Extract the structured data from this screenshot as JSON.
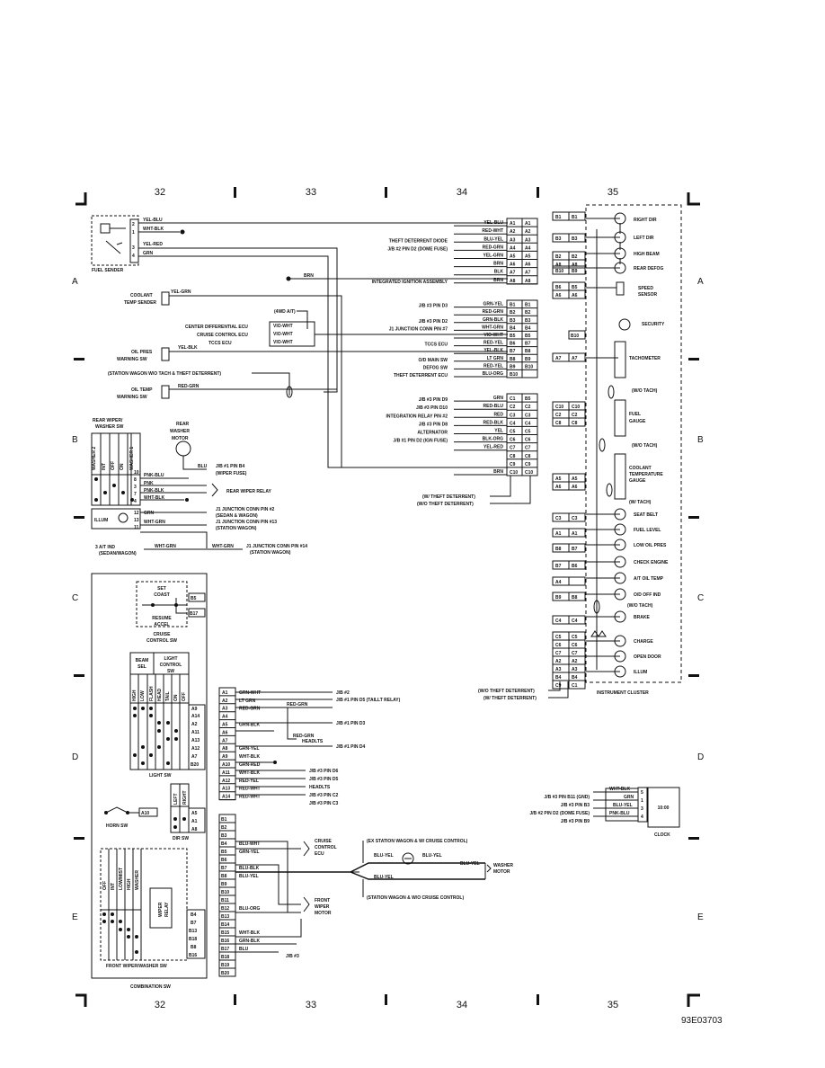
{
  "grid": {
    "columns": [
      "32",
      "33",
      "34",
      "35"
    ],
    "rows": [
      "A",
      "B",
      "C",
      "D",
      "E"
    ]
  },
  "figure_code": "93E03703",
  "fuel_sender": {
    "label": "FUEL SENDER",
    "wires": [
      "YEL-BLU",
      "WHT-BLK",
      "YEL-RED",
      "GRN"
    ],
    "pins": [
      "2",
      "1",
      "3",
      "4"
    ]
  },
  "left_components": {
    "coolant_temp": [
      "COOLANT",
      "TEMP SENDER"
    ],
    "coolant_wire": "YEL-GRN",
    "wd4": "(4WD A/T)",
    "center_diff": "CENTER DIFFERENTIAL ECU",
    "cruise_ecu": "CRUISE CONTROL ECU",
    "tccs_ecu": "TCCS ECU",
    "vio_wires": [
      "VIO-WHT",
      "VIO-WHT",
      "VIO-WHT"
    ],
    "oil_pres": [
      "OIL PRES",
      "WARNING SW"
    ],
    "oil_pres_wire": "YEL-BLK",
    "station_wagon_note": "(STATION WAGON W/O TACH & THEFT DETERRENT)",
    "oil_temp": [
      "OIL TEMP",
      "WARNING SW"
    ],
    "oil_temp_wire": "RED-GRN",
    "brn": "BRN"
  },
  "rear_wiper": {
    "title": [
      "REAR WIPER/",
      "WASHER SW"
    ],
    "motor": [
      "REAR",
      "WASHER",
      "MOTOR"
    ],
    "cols": [
      "WASHER 2",
      "INT",
      "OFF",
      "ON",
      "WASHER 1"
    ],
    "pins": [
      "8",
      "3",
      "7",
      "4",
      "10"
    ],
    "blu": "BLU",
    "fuse_ref": [
      "J/B #1 PIN B4",
      "(WIPER FUSE)"
    ],
    "wires": [
      "PNK-BLU",
      "PNK",
      "PNK-BLK",
      "WHT-BLK"
    ],
    "relay": "REAR WIPER RELAY",
    "illum": "ILLUM",
    "illum_pins": [
      "12",
      "13",
      "11"
    ],
    "illum_wires": [
      "GRN",
      "WHT-GRN"
    ],
    "jcp2": [
      "J1 JUNCTION CONN PIN #2",
      "(SEDAN & WAGON)"
    ],
    "jcp13": [
      "J1 JUNCTION CONN PIN #13",
      "(STATION WAGON)"
    ],
    "at_ind": [
      "3 A/T IND",
      "(SEDAN/WAGON)"
    ],
    "wht_grn": "WHT-GRN",
    "jcp14": [
      "J1 JUNCTION CONN PIN #14",
      "(STATION WAGON)"
    ]
  },
  "cruise_sw": {
    "set": [
      "SET",
      "COAST"
    ],
    "resume": [
      "RESUME",
      "ACCEL"
    ],
    "pins": [
      "B5",
      "B17"
    ],
    "label": [
      "CRUISE",
      "CONTROL SW"
    ]
  },
  "light_sw": {
    "beam": [
      "BEAM",
      "SEL"
    ],
    "control": [
      "LIGHT",
      "CONTROL",
      "SW"
    ],
    "cols": [
      "HIGH",
      "LOW",
      "FLASH",
      "HEAD",
      "TAIL",
      "ON",
      "OFF"
    ],
    "pins": [
      "A9",
      "A14",
      "A2",
      "A11",
      "A13",
      "A12",
      "A7",
      "B20"
    ],
    "label": "LIGHT SW",
    "a_pins": [
      "A1",
      "A2",
      "A3",
      "A4",
      "A5",
      "A6",
      "A7",
      "A8",
      "A9",
      "A10",
      "A11",
      "A12",
      "A13",
      "A14"
    ],
    "a_wires": [
      "GRN-WHT",
      "LT GRN",
      "RED-GRN",
      "",
      "GRN-BLK",
      "",
      "",
      "GRN-YEL",
      "WHT-BLK",
      "GRN-RED",
      "WHT-BLK",
      "RED-YEL",
      "RED-WHT",
      "RED-WHT"
    ],
    "red_grn2": "RED-GRN",
    "red_grn3": "RED-GRN",
    "refs": {
      "jb2": "J/B #2",
      "jb1d5": "J/B #1 PIN D5 (TAILLT RELAY)",
      "jb1d3": "J/B #1 PIN D3",
      "headlts": "HEADLTS",
      "jb1d4": "J/B #1 PIN D4",
      "jb3d6": "J/B #3 PIN D6",
      "jb3d5": "J/B #3 PIN D5",
      "headlts2": "HEADLTS",
      "jb3c2": "J/B #3 PIN C2",
      "jb3c3": "J/B #3 PIN C3"
    }
  },
  "horn_sw": {
    "label": "HORN SW",
    "pin": "A10"
  },
  "dir_sw": {
    "cols": [
      "LEFT",
      "RIGHT"
    ],
    "pins": [
      "A5",
      "A1",
      "A8"
    ],
    "label": "DIR SW"
  },
  "front_wiper": {
    "cols": [
      "OFF",
      "INT",
      "LOW/MIST",
      "HIGH",
      "WASHER"
    ],
    "relay": [
      "WIPER",
      "RELAY"
    ],
    "pins": [
      "B4",
      "B7",
      "B13",
      "B18",
      "B8",
      "B16"
    ],
    "label": "FRONT WIPER/WASHER SW"
  },
  "combination_sw": {
    "label": "COMBINATION SW",
    "b_pins": [
      "B1",
      "B2",
      "B3",
      "B4",
      "B5",
      "B6",
      "B7",
      "B8",
      "B9",
      "B10",
      "B11",
      "B12",
      "B13",
      "B14",
      "B15",
      "B16",
      "B17",
      "B18",
      "B19",
      "B20"
    ],
    "b_wires": [
      "",
      "",
      "",
      "BLU-WHT",
      "GRN-YEL",
      "",
      "BLU-BLK",
      "BLU-YEL",
      "",
      "",
      "",
      "BLU-ORG",
      "",
      "",
      "WHT-BLK",
      "GRN-BLK",
      "BLU",
      "",
      "",
      ""
    ],
    "cruise_ecu": [
      "CRUISE",
      "CONTROL",
      "ECU"
    ],
    "front_motor": [
      "FRONT",
      "WIPER",
      "MOTOR"
    ],
    "jb3": "J/B #3"
  },
  "washer": {
    "note1": "(EX STATION WAGON & W/ CRUISE CONTROL)",
    "note2": "(STATION WAGON & W/O CRUISE CONTROL)",
    "wires": [
      "BLU-YEL",
      "BLU-YEL",
      "BLU-YEL",
      "BLU-YEL"
    ],
    "motor": [
      "WASHER",
      "MOTOR"
    ]
  },
  "clock": {
    "refs": [
      "J/B #3 PIN B11 (GND)",
      "J/B #3 PIN B3",
      "J/B #2 PIN D2 (DOME FUSE)",
      "J/B #3 PIN B9"
    ],
    "wires": [
      "WHT-BLK",
      "GRN",
      "BLU-YEL",
      "PNK-BLU"
    ],
    "pins": [
      "5",
      "1",
      "3",
      "4"
    ],
    "display": "10:00",
    "label": "CLOCK"
  },
  "a_connector": {
    "refs": [
      "",
      "",
      "THEFT DETERRENT DIODE",
      "J/B #2 PIN D2 (DOME FUSE)",
      "",
      "",
      "",
      "INTEGRATED IGNITION ASSEMBLY"
    ],
    "wires": [
      "YEL-BLU",
      "RED-WHT",
      "BLU-YEL",
      "RED-GRN",
      "YEL-GRN",
      "BRN",
      "BLK",
      "BRN"
    ],
    "pins_l": [
      "A1",
      "A2",
      "A3",
      "A4",
      "A5",
      "A6",
      "A7",
      "A8"
    ],
    "pins_r": [
      "A1",
      "A2",
      "A3",
      "A4",
      "A5",
      "A6",
      "A7",
      "A8"
    ]
  },
  "b_connector": {
    "refs": [
      "J/B #3 PIN D3",
      "",
      "J/B #3 PIN D2",
      "J1 JUNCTION CONN PIN #7",
      "",
      "TCCS ECU",
      "",
      "O/D MAIN SW",
      "DEFOG SW",
      "THEFT DETERRENT ECU"
    ],
    "wires": [
      "GRN-YEL",
      "RED-GRN",
      "GRN-BLK",
      "WHT-GRN",
      "VIO-WHT",
      "RED-YEL",
      "YEL-BLK",
      "LT GRN",
      "RED-YEL",
      "BLU-ORG"
    ],
    "pins_l": [
      "B1",
      "B2",
      "B3",
      "B4",
      "B5",
      "B6",
      "B7",
      "B8",
      "B9",
      "B10"
    ],
    "pins_r": [
      "B1",
      "B2",
      "B3",
      "B4",
      "B5",
      "B7",
      "B8",
      "B9",
      "B10",
      ""
    ]
  },
  "c_connector": {
    "refs": [
      "J/B #3 PIN D9",
      "J/B #3 PIN D10",
      "INTEGRATION RELAY PIN #2",
      "J/B #3 PIN D8",
      "ALTERNATOR",
      "J/B #1 PIN D2 (IGN FUSE)",
      "",
      "",
      "",
      ""
    ],
    "wires": [
      "GRN",
      "RED-BLU",
      "RED",
      "RED-BLK",
      "YEL",
      "BLK-ORG",
      "YEL-RED",
      "",
      "",
      "BRN"
    ],
    "pins_l": [
      "C1",
      "C2",
      "C3",
      "C4",
      "C5",
      "C6",
      "C7",
      "C8",
      "C9",
      "C10"
    ],
    "pins_r": [
      "B5",
      "C2",
      "C3",
      "C4",
      "C5",
      "C6",
      "C7",
      "C8",
      "C9",
      "C10"
    ],
    "w_theft": "(W/ THEFT DETERRENT)",
    "wo_theft": "(W/O THEFT DETERRENT)"
  },
  "cluster": {
    "label": "INSTRUMENT CLUSTER",
    "right_dir": "RIGHT DIR",
    "left_dir": "LEFT DIR",
    "high_beam": "HIGH BEAM",
    "rear_defog": "REAR DEFOG",
    "speed_sensor": [
      "SPEED",
      "SENSOR"
    ],
    "security": "SECURITY",
    "tachometer": "TACHOMETER",
    "wo_tach": "(W/O TACH)",
    "fuel_gauge": [
      "FUEL",
      "GAUGE"
    ],
    "coolant_gauge": [
      "COOLANT",
      "TEMPERATURE",
      "GAUGE"
    ],
    "w_tach": "(W/ TACH)",
    "seat_belt": "SEAT BELT",
    "fuel_level": "FUEL LEVEL",
    "low_oil": "LOW OIL PRES",
    "check_engine": "CHECK ENGINE",
    "at_oil": "A/T OIL TEMP",
    "od_off": "O/D OFF IND",
    "brake": "BRAKE",
    "charge": "CHARGE",
    "open_door": "OPEN DOOR",
    "illum": "ILLUM",
    "pins_top": [
      [
        "B1",
        "B1"
      ],
      [
        "B3",
        "B3"
      ],
      [
        "B2",
        "B2"
      ],
      [
        "A8",
        "A8"
      ],
      [
        "B10",
        "B9"
      ],
      [
        "B6",
        "B5"
      ],
      [
        "A6",
        "A6"
      ]
    ],
    "b10": "B10",
    "a7": [
      "A7",
      "A7"
    ],
    "c10": [
      [
        "C10",
        "C10"
      ],
      [
        "C2",
        "C2"
      ],
      [
        "C8",
        "C8"
      ]
    ],
    "a5": [
      [
        "A5",
        "A5"
      ],
      [
        "A6",
        "A6"
      ]
    ],
    "lower": [
      [
        "C3",
        "C3"
      ],
      [
        "A1",
        "A1"
      ],
      [
        "B8",
        "B7"
      ],
      [
        "B7",
        "B6"
      ],
      [
        "A4",
        ""
      ],
      [
        "B9",
        "B8"
      ],
      [
        "C4",
        "C4"
      ]
    ],
    "bottom": [
      [
        "C5",
        "C5"
      ],
      [
        "C6",
        "C6"
      ],
      [
        "C7",
        "C7"
      ],
      [
        "A2",
        "A2"
      ],
      [
        "A3",
        "A3"
      ],
      [
        "B4",
        "B4"
      ],
      [
        "C9",
        "C1"
      ]
    ],
    "wo_theft": "(W/O THEFT DETERRENT)",
    "w_theft": "(W/ THEFT DETERRENT)"
  }
}
